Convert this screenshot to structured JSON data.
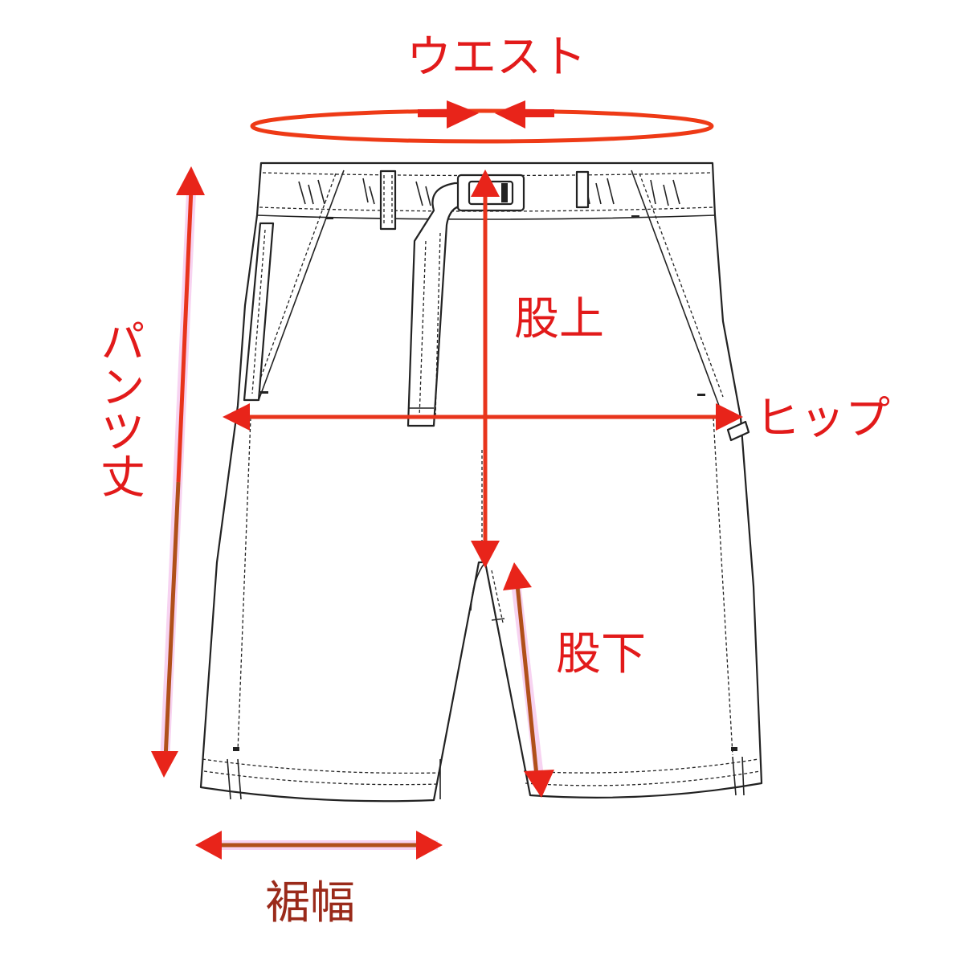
{
  "labels": {
    "waist": "ウエスト",
    "rise": "股上",
    "hip": "ヒップ",
    "length": "パンツ丈",
    "inseam": "股下",
    "hem_width": "裾幅"
  },
  "colors": {
    "measurement_red": "#e8241a",
    "measurement_brown": "#b0501a",
    "outline": "#222222",
    "background": "#ffffff"
  }
}
